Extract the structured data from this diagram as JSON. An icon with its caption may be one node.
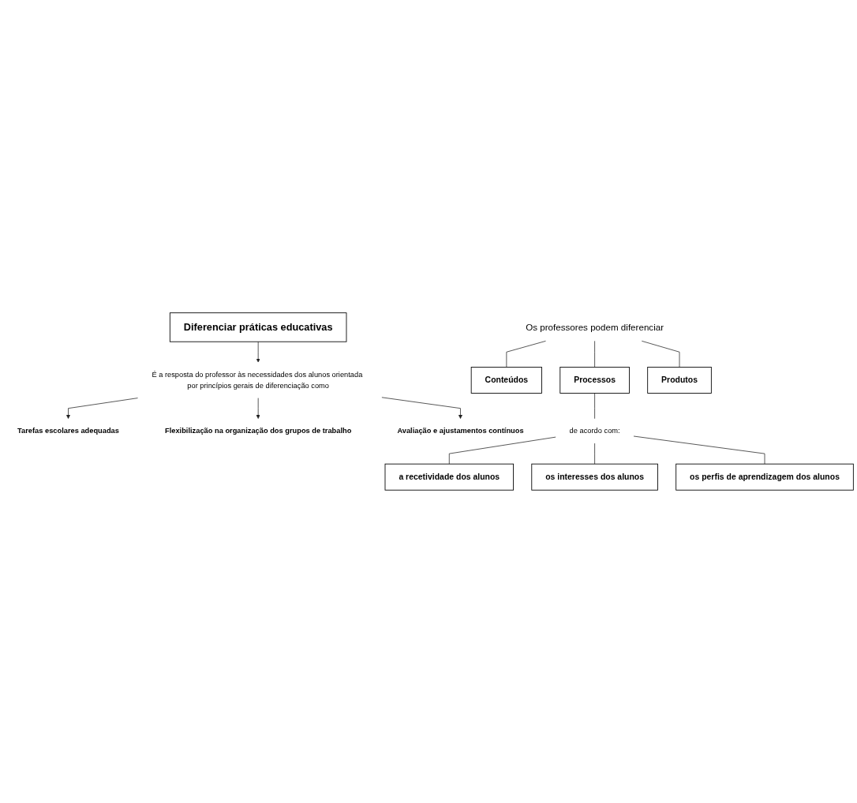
{
  "diagram": {
    "nodes": [
      {
        "text": [
          "Diferenciar práticas educativas"
        ]
      },
      {
        "text": [
          "É a resposta do professor às necessidades dos alunos orientada por princípios gerais de diferenciação como"
        ]
      },
      {
        "text": [
          "Tarefas escolares adequadas"
        ]
      },
      {
        "text": [
          "Flexibilização na organização dos grupos de trabalho"
        ]
      },
      {
        "text": [
          "Avaliação e ajustamentos contínuos"
        ]
      },
      {
        "text": [
          "Os professores podem diferenciar"
        ]
      },
      {
        "text": [
          "Conteúdos"
        ]
      },
      {
        "text": [
          "Processos"
        ]
      },
      {
        "text": [
          "Produtos"
        ]
      },
      {
        "text": [
          "de acordo com:"
        ]
      },
      {
        "text": [
          "a recetividade dos alunos"
        ]
      },
      {
        "text": [
          "os interesses dos alunos"
        ]
      },
      {
        "text": [
          "os perfis de aprendizagem dos alunos"
        ]
      }
    ],
    "edges": [
      {
        "from": 0,
        "to": 1,
        "arrow": "to"
      },
      {
        "from": 1,
        "to": 2,
        "arrow": "to"
      },
      {
        "from": 1,
        "to": 3,
        "arrow": "to"
      },
      {
        "from": 1,
        "to": 4,
        "arrow": "to"
      },
      {
        "from": 5,
        "to": 6,
        "arrow": "none"
      },
      {
        "from": 5,
        "to": 7,
        "arrow": "none"
      },
      {
        "from": 5,
        "to": 8,
        "arrow": "none"
      },
      {
        "from": 7,
        "to": 9,
        "arrow": "none"
      },
      {
        "from": 9,
        "to": 10,
        "arrow": "none"
      },
      {
        "from": 9,
        "to": 11,
        "arrow": "none"
      },
      {
        "from": 9,
        "to": 12,
        "arrow": "none"
      }
    ]
  }
}
